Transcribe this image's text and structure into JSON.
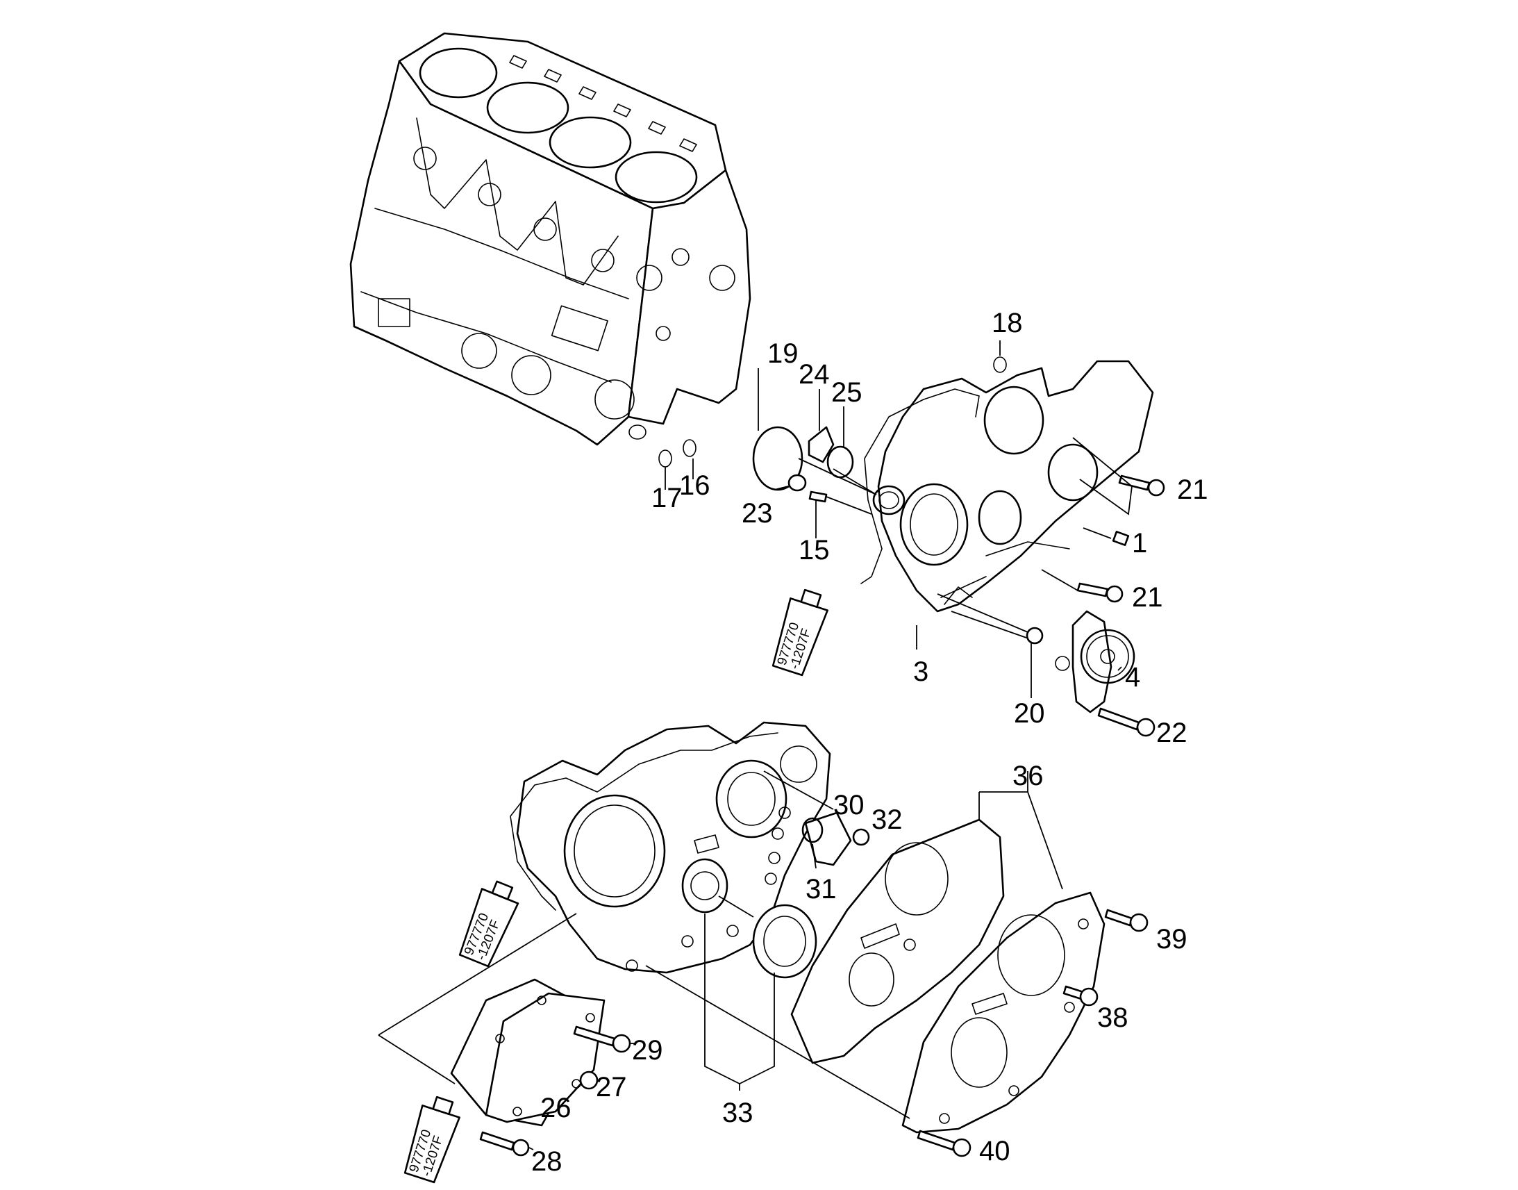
{
  "callouts": {
    "c1": "1",
    "c3": "3",
    "c4": "4",
    "c15": "15",
    "c16": "16",
    "c17": "17",
    "c18": "18",
    "c19": "19",
    "c20": "20",
    "c21a": "21",
    "c21b": "21",
    "c22": "22",
    "c23": "23",
    "c24": "24",
    "c25": "25",
    "c26": "26",
    "c27": "27",
    "c28": "28",
    "c29": "29",
    "c30": "30",
    "c31": "31",
    "c32": "32",
    "c33": "33",
    "c36": "36",
    "c38": "38",
    "c39": "39",
    "c40": "40"
  },
  "sealant_tube": {
    "line1": "977770",
    "line2": "-1207F"
  },
  "colors": {
    "line": "#000000",
    "background": "#ffffff"
  }
}
